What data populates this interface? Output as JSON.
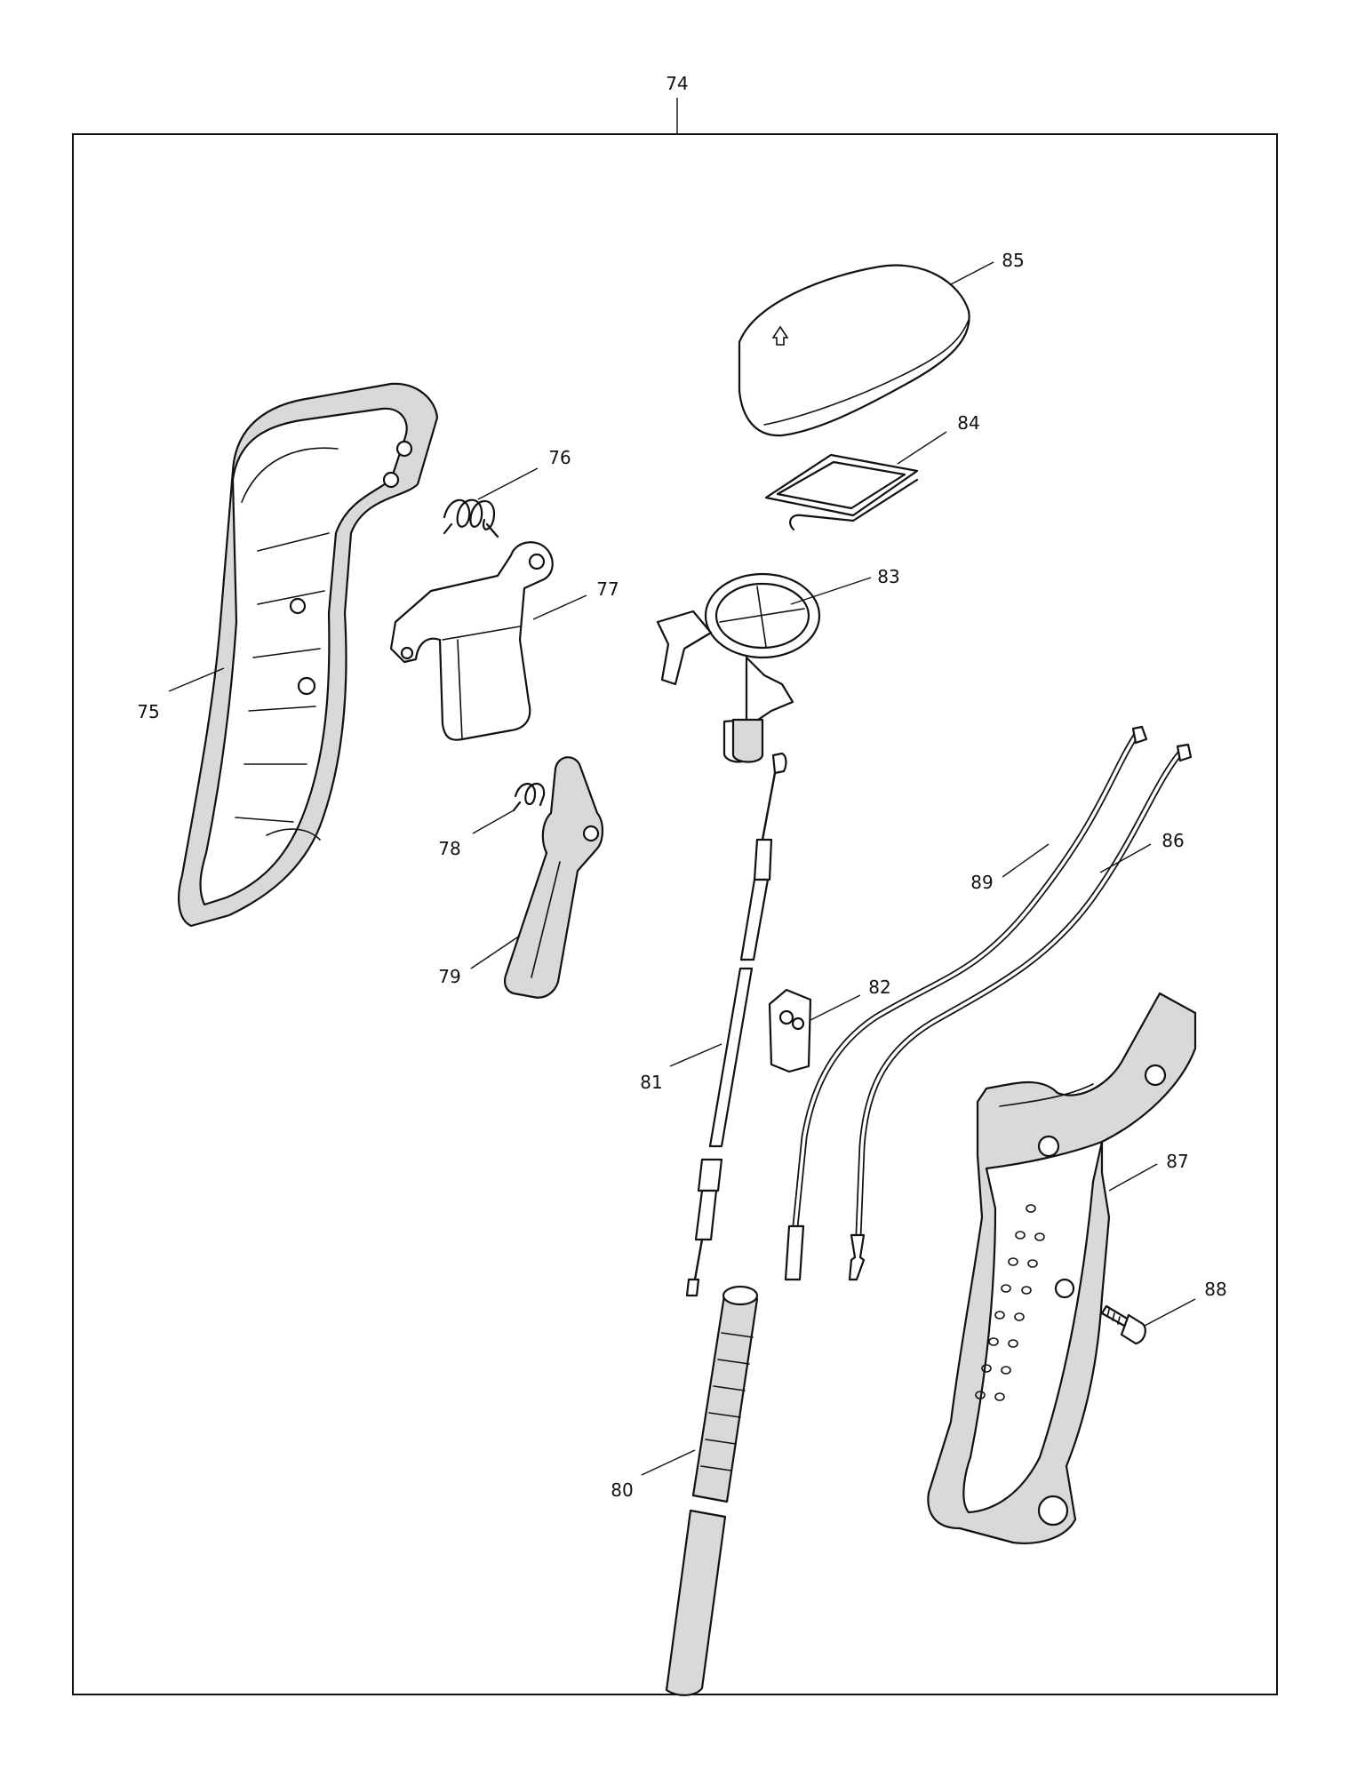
{
  "callouts": {
    "74": "74",
    "75": "75",
    "76": "76",
    "77": "77",
    "78": "78",
    "79": "79",
    "80": "80",
    "81": "81",
    "82": "82",
    "83": "83",
    "84": "84",
    "85": "85",
    "86": "86",
    "87": "87",
    "88": "88",
    "89": "89"
  }
}
